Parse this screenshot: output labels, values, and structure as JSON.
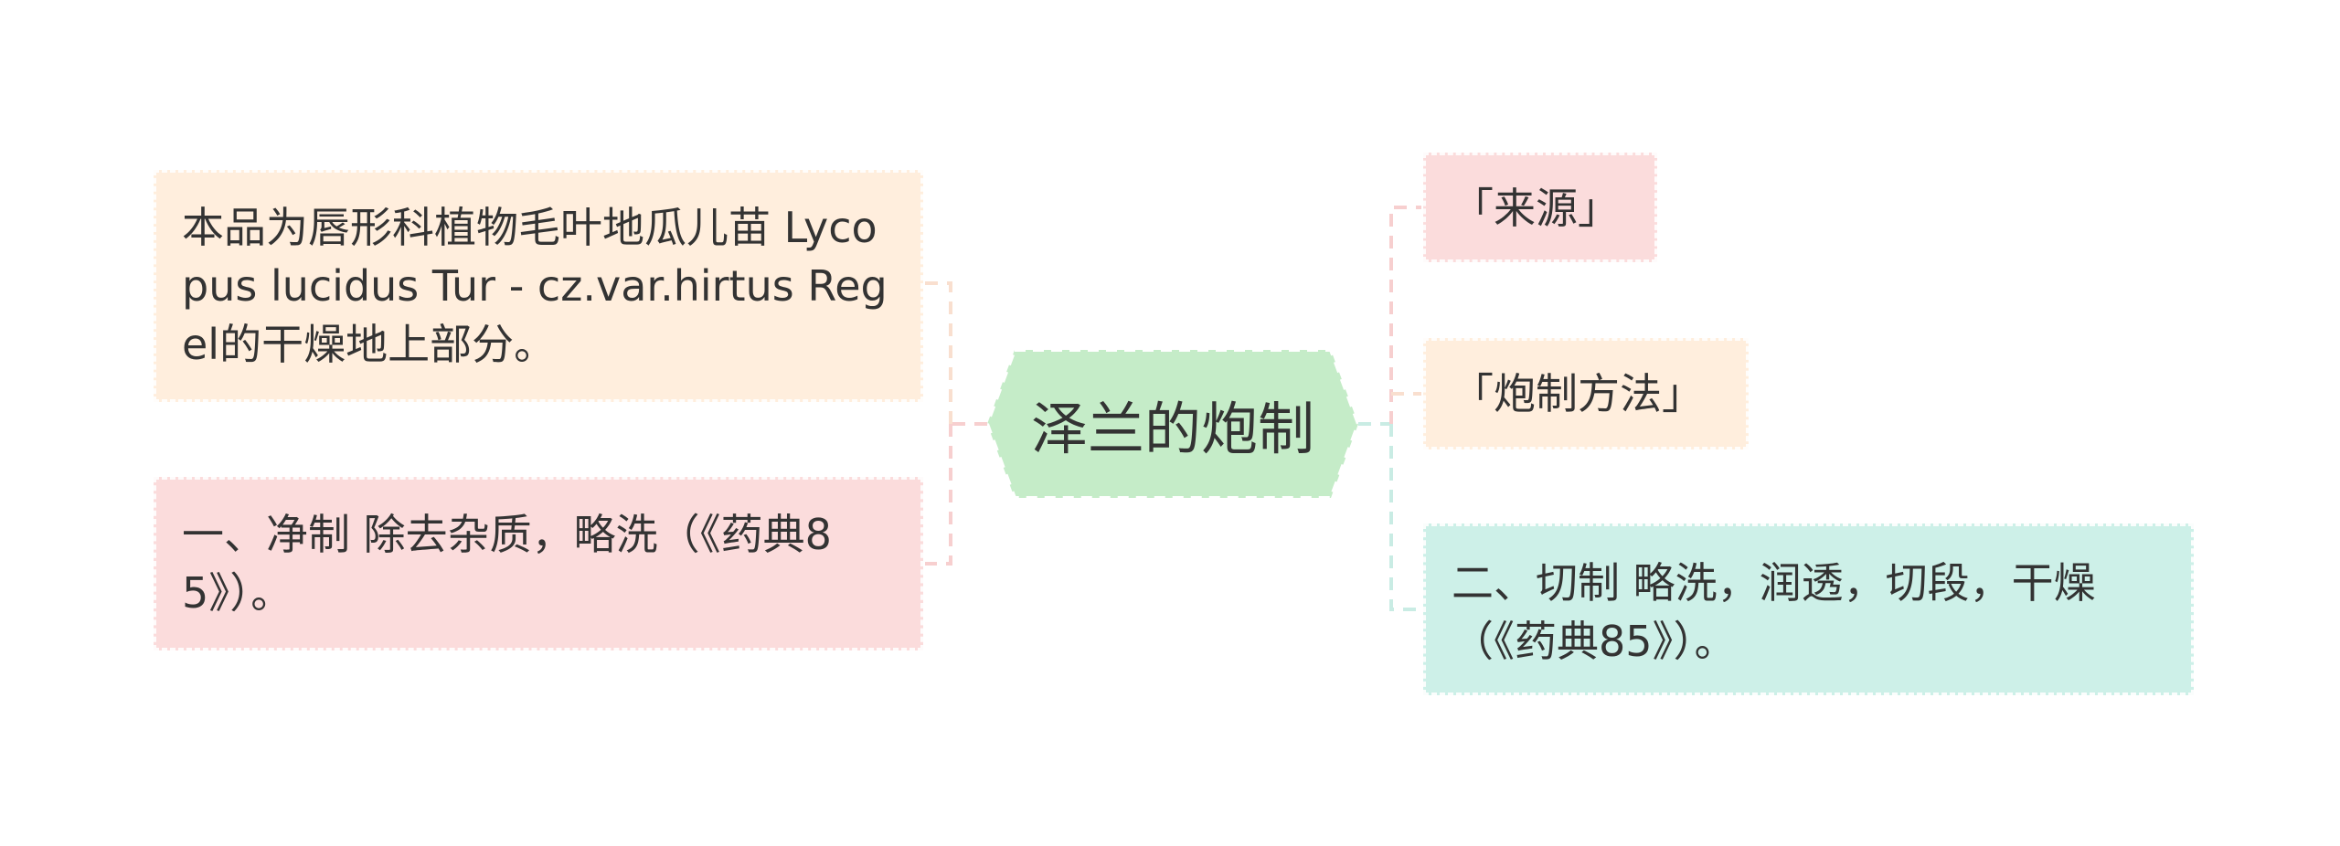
{
  "diagram": {
    "central_topic": "泽兰的炮制",
    "left_branches": [
      {
        "id": "source-desc",
        "text": "本品为唇形科植物毛叶地瓜儿苗 Lycopus lucidus Tur - cz.var.hirtus Regel的干燥地上部分。",
        "color": "#ffeedd"
      },
      {
        "id": "jingzhi",
        "text": "一、净制 除去杂质，略洗（《药典85》）。",
        "color": "#fbdcdc"
      }
    ],
    "right_branches": [
      {
        "id": "laiyuan",
        "text": "「来源」",
        "color": "#fbdcdc"
      },
      {
        "id": "paozhi",
        "text": "「炮制方法」",
        "color": "#ffeedd"
      },
      {
        "id": "qiezhi",
        "text": "二、切制 略洗，润透，切段，干燥（《药典85》）。",
        "color": "#cdf0e8"
      }
    ],
    "colors": {
      "center_fill": "#c5ecc8",
      "connector_peach": "#f9dfcf",
      "connector_pink": "#f7cfcf",
      "connector_mint": "#c9ece4"
    }
  }
}
